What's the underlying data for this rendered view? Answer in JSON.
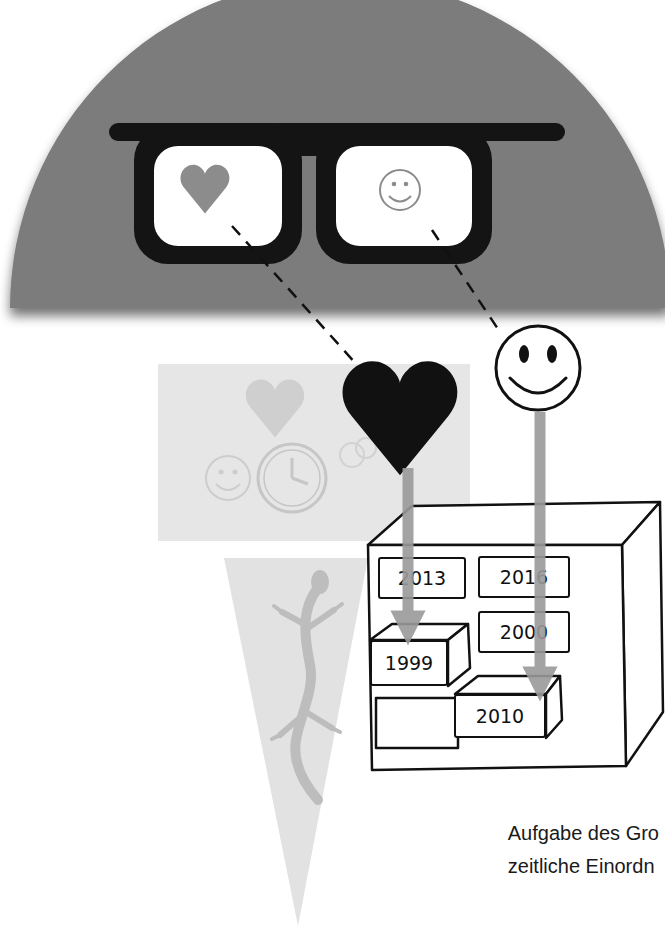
{
  "diagram": {
    "nodes": [
      {
        "text": [
          "2013"
        ]
      },
      {
        "text": [
          "2016"
        ]
      },
      {
        "text": [
          "2000"
        ]
      },
      {
        "text": [
          "1999"
        ]
      },
      {
        "text": [
          "2010"
        ]
      }
    ],
    "labels": [
      "Aufgabe des Gro",
      "zeitliche Einordn"
    ]
  }
}
